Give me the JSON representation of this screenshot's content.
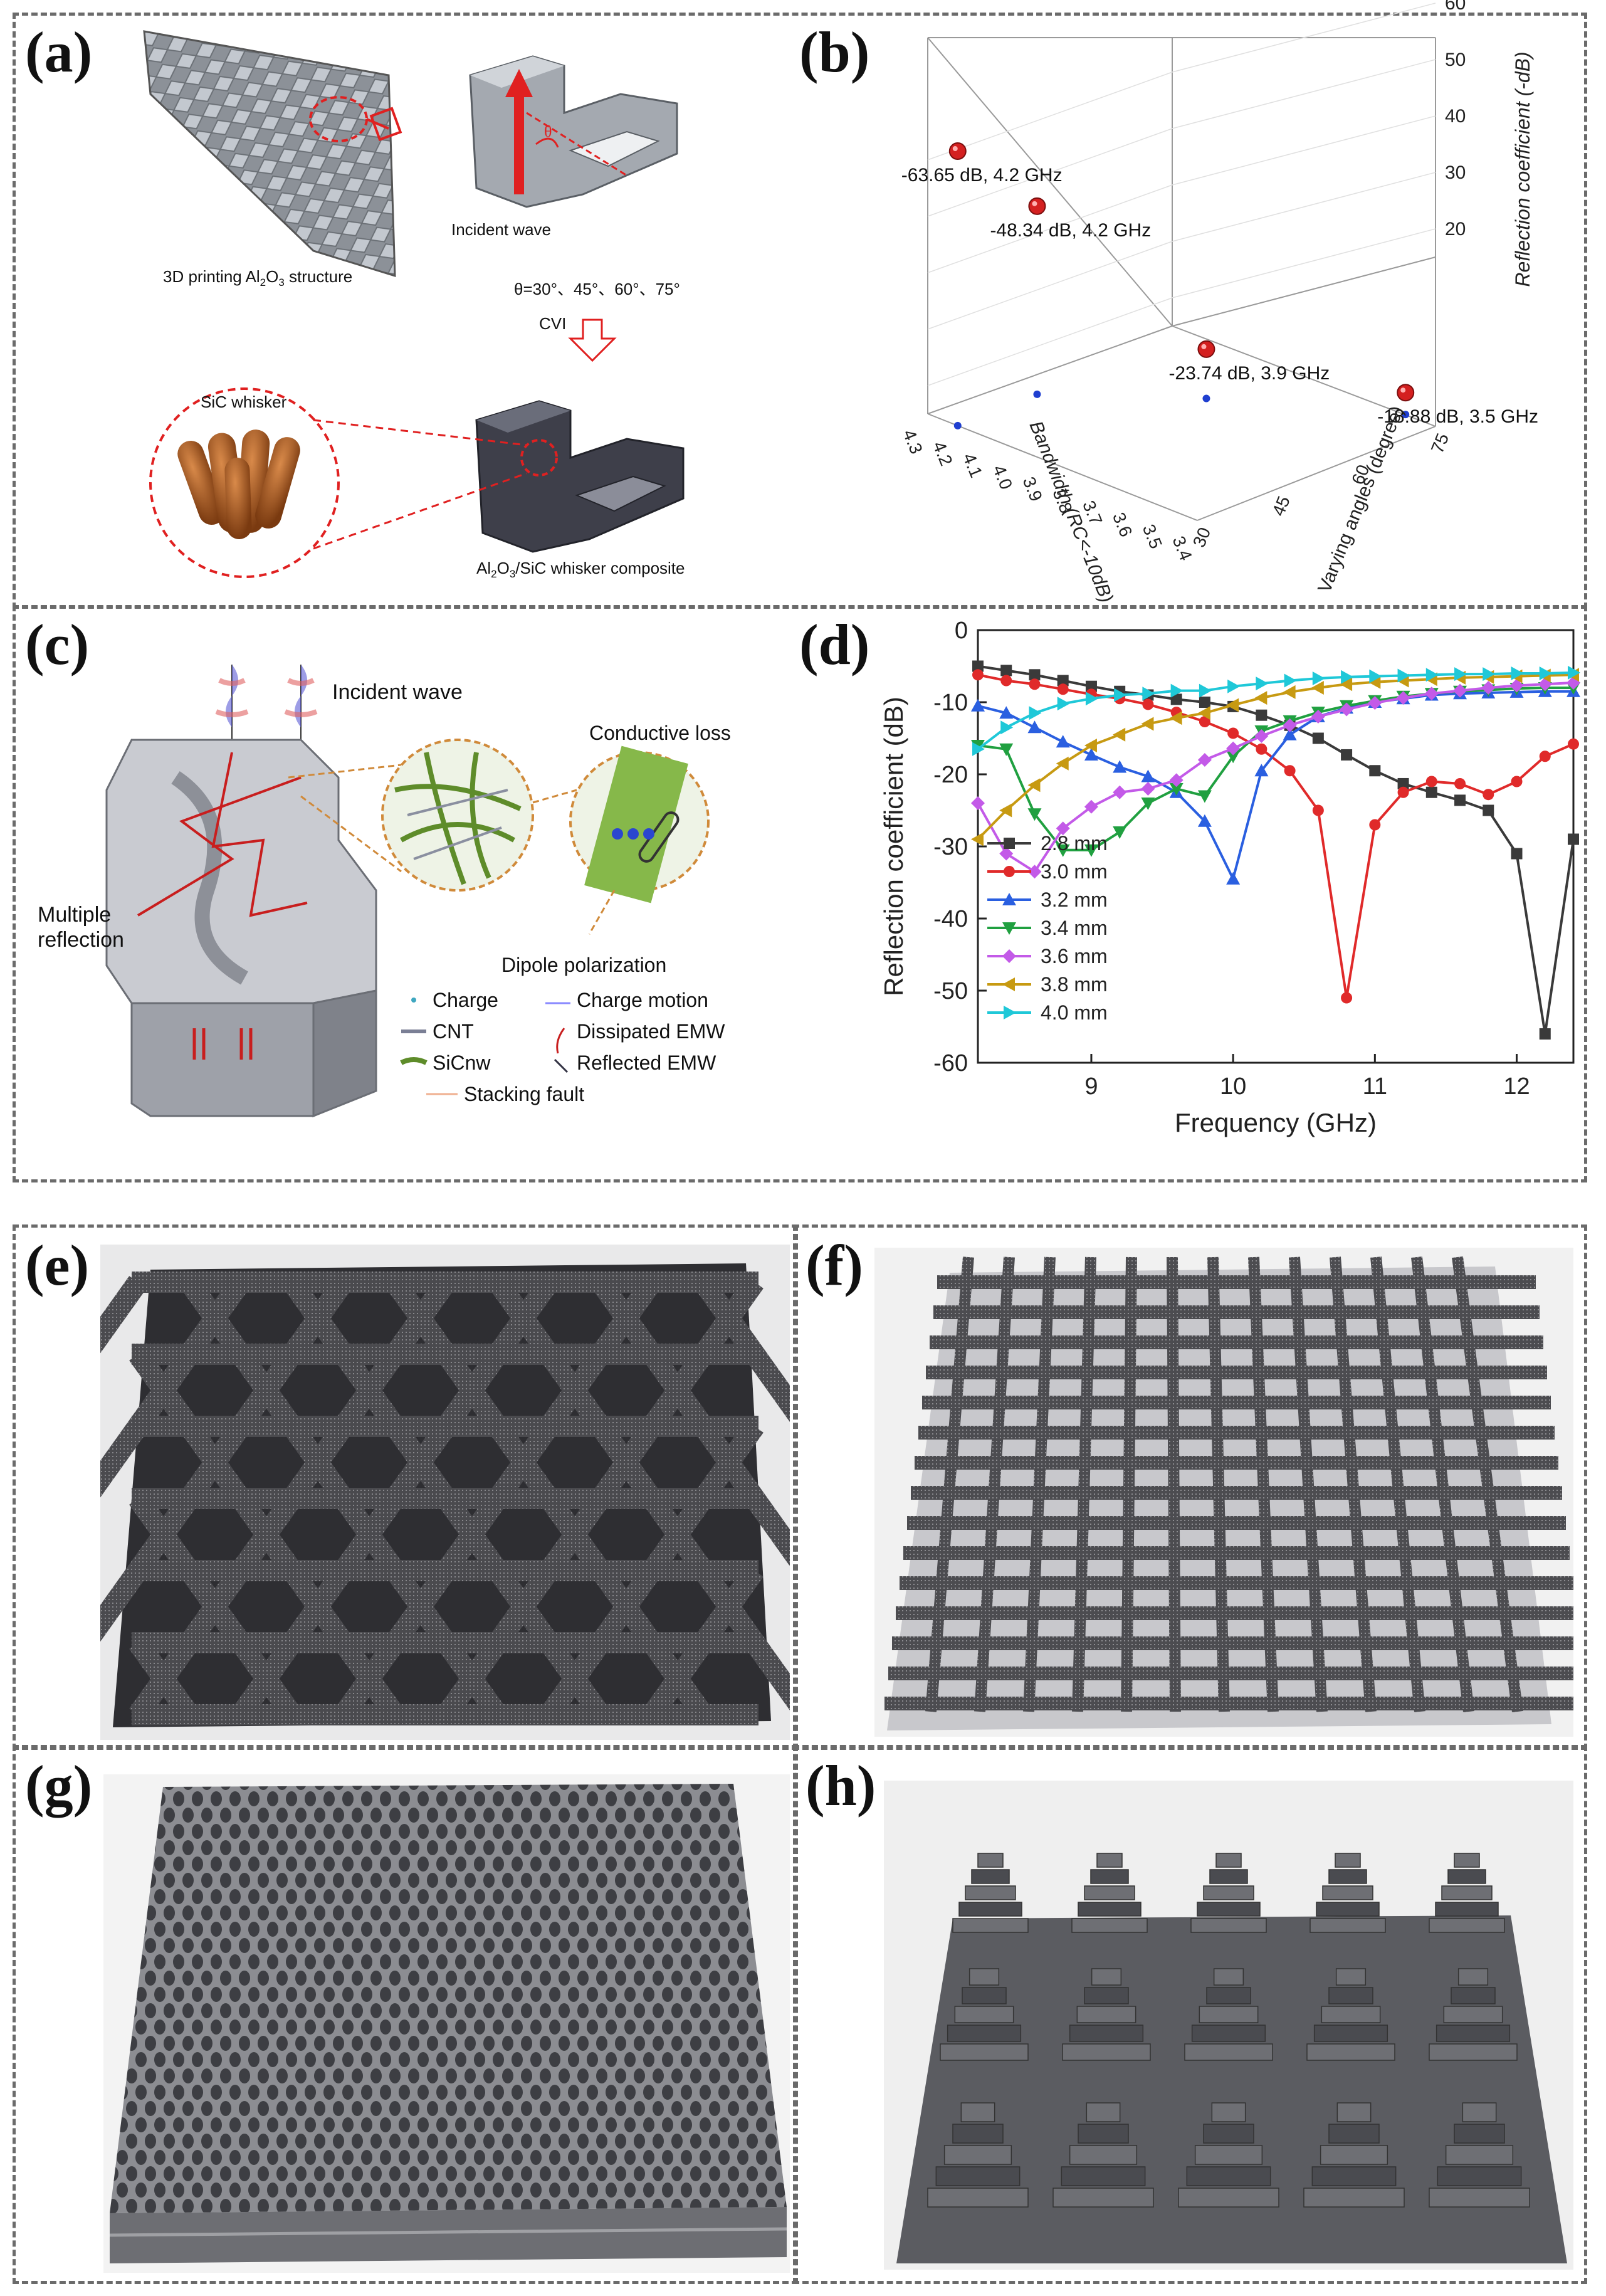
{
  "panels": {
    "a": {
      "label": "(a)",
      "struct_caption_pre": "3D printing Al",
      "struct_caption_sub": "2",
      "struct_caption_mid": "O",
      "struct_caption_sub2": "3",
      "struct_caption_post": " structure",
      "incident": "Incident wave",
      "theta_symbol": "θ",
      "angles": "θ=30°、45°、60°、75°",
      "cvi": "CVI",
      "whisker": "SiC whisker",
      "composite_pre": "Al",
      "composite_sub": "2",
      "composite_mid": "O",
      "composite_sub2": "3",
      "composite_post": "/SiC whisker composite"
    },
    "b": {
      "label": "(b)",
      "zlabel": "Reflection coefficient (-dB)",
      "xlabel": "Bandwidth (RC<-10dB)",
      "ylabel": "Varying angles (degree)",
      "zticks": [
        "60",
        "50",
        "40",
        "30",
        "20"
      ],
      "xticks": [
        "4.3",
        "4.2",
        "4.1",
        "4.0",
        "3.9",
        "3.8",
        "3.7",
        "3.6",
        "3.5",
        "3.4"
      ],
      "yticks": [
        "30",
        "45",
        "60",
        "75"
      ],
      "annotations": [
        "-63.65 dB, 4.2 GHz",
        "-48.34 dB, 4.2 GHz",
        "-23.74 dB, 3.9 GHz",
        "-18.88 dB, 3.5 GHz"
      ]
    },
    "c": {
      "label": "(c)",
      "incident": "Incident wave",
      "multiple": "Multiple",
      "reflection": "reflection",
      "conductive": "Conductive loss",
      "dipole": "Dipole polarization",
      "legend": [
        "Charge",
        "CNT",
        "SiCnw",
        "Stacking fault"
      ],
      "legend2": [
        "Charge motion",
        "Dissipated EMW",
        "Reflected EMW"
      ]
    },
    "d": {
      "label": "(d)"
    },
    "e": {
      "label": "(e)"
    },
    "f": {
      "label": "(f)"
    },
    "g": {
      "label": "(g)"
    },
    "h": {
      "label": "(h)"
    }
  },
  "chart_data": [
    {
      "type": "scatter",
      "panel": "b",
      "title": "",
      "xlabel": "Bandwidth (RC<-10dB)",
      "ylabel": "Varying angles (degree)",
      "zlabel": "Reflection coefficient (-dB)",
      "points": [
        {
          "angle": 30,
          "bandwidth": 4.2,
          "rc": 63.65,
          "label": "-63.65 dB, 4.2 GHz"
        },
        {
          "angle": 45,
          "bandwidth": 4.2,
          "rc": 48.34,
          "label": "-48.34 dB, 4.2 GHz"
        },
        {
          "angle": 60,
          "bandwidth": 3.9,
          "rc": 23.74,
          "label": "-23.74 dB, 3.9 GHz"
        },
        {
          "angle": 75,
          "bandwidth": 3.5,
          "rc": 18.88,
          "label": "-18.88 dB, 3.5 GHz"
        }
      ],
      "colors": {
        "points": "#d42020",
        "projection": "#1f3fd0"
      }
    },
    {
      "type": "line",
      "panel": "d",
      "title": "",
      "xlabel": "Frequency (GHz)",
      "ylabel": "Reflection coefficient (dB)",
      "xlim": [
        8.2,
        12.4
      ],
      "ylim": [
        -60,
        0
      ],
      "xticks": [
        9,
        10,
        11,
        12
      ],
      "yticks": [
        0,
        -10,
        -20,
        -30,
        -40,
        -50,
        -60
      ],
      "x": [
        8.2,
        8.4,
        8.6,
        8.8,
        9.0,
        9.2,
        9.4,
        9.6,
        9.8,
        10.0,
        10.2,
        10.4,
        10.6,
        10.8,
        11.0,
        11.2,
        11.4,
        11.6,
        11.8,
        12.0,
        12.2,
        12.4
      ],
      "series": [
        {
          "name": "2.8 mm",
          "color": "#3a3a3a",
          "marker": "square",
          "values": [
            -5,
            -5.6,
            -6.2,
            -7,
            -7.8,
            -8.5,
            -9,
            -9.6,
            -10,
            -10.6,
            -11.8,
            -13.2,
            -15,
            -17.3,
            -19.5,
            -21.3,
            -22.5,
            -23.6,
            -25,
            -31,
            -56,
            -29
          ]
        },
        {
          "name": "3.0 mm",
          "color": "#e02a2a",
          "marker": "circle",
          "values": [
            -6.2,
            -7,
            -7.5,
            -8.2,
            -8.9,
            -9.5,
            -10.3,
            -11.4,
            -12.7,
            -14.3,
            -16.5,
            -19.5,
            -25,
            -51,
            -27,
            -22.5,
            -21,
            -21.3,
            -22.8,
            -21,
            -17.5,
            -15.8
          ]
        },
        {
          "name": "3.2 mm",
          "color": "#2a5fe0",
          "marker": "triangle-up",
          "values": [
            -10.5,
            -11.5,
            -13.5,
            -15.5,
            -17.3,
            -19,
            -20.3,
            -22.5,
            -26.5,
            -34.5,
            -19.5,
            -14.5,
            -12,
            -10.8,
            -10,
            -9.5,
            -9,
            -8.8,
            -8.7,
            -8.6,
            -8.5,
            -8.5
          ]
        },
        {
          "name": "3.4 mm",
          "color": "#20a040",
          "marker": "triangle-down",
          "values": [
            -16,
            -16.5,
            -25.5,
            -30.5,
            -30.5,
            -28,
            -24,
            -22,
            -23,
            -17.5,
            -14,
            -12.6,
            -11.4,
            -10.5,
            -9.8,
            -9.2,
            -8.8,
            -8.5,
            -8.3,
            -8.1,
            -8,
            -8
          ]
        },
        {
          "name": "3.6 mm",
          "color": "#c35ae8",
          "marker": "diamond",
          "values": [
            -24,
            -31,
            -33.5,
            -27.5,
            -24.5,
            -22.5,
            -22,
            -20.8,
            -18,
            -16.4,
            -14.7,
            -13.2,
            -12,
            -11,
            -10.1,
            -9.4,
            -8.8,
            -8.4,
            -8,
            -7.7,
            -7.5,
            -7.3
          ]
        },
        {
          "name": "3.8 mm",
          "color": "#c79a12",
          "marker": "triangle-left",
          "values": [
            -29,
            -25,
            -21.5,
            -18.5,
            -16,
            -14.5,
            -13,
            -12.2,
            -11.5,
            -10.4,
            -9.4,
            -8.6,
            -8,
            -7.5,
            -7.2,
            -7,
            -6.8,
            -6.6,
            -6.5,
            -6.4,
            -6.3,
            -6.2
          ]
        },
        {
          "name": "4.0 mm",
          "color": "#1fc8d8",
          "marker": "triangle-right",
          "values": [
            -16.5,
            -13.5,
            -11.5,
            -10.2,
            -9.5,
            -9,
            -8.8,
            -8.4,
            -8.4,
            -7.8,
            -7.4,
            -7,
            -6.7,
            -6.5,
            -6.4,
            -6.3,
            -6.2,
            -6.1,
            -6.1,
            -6,
            -6,
            -5.9
          ]
        }
      ]
    }
  ]
}
